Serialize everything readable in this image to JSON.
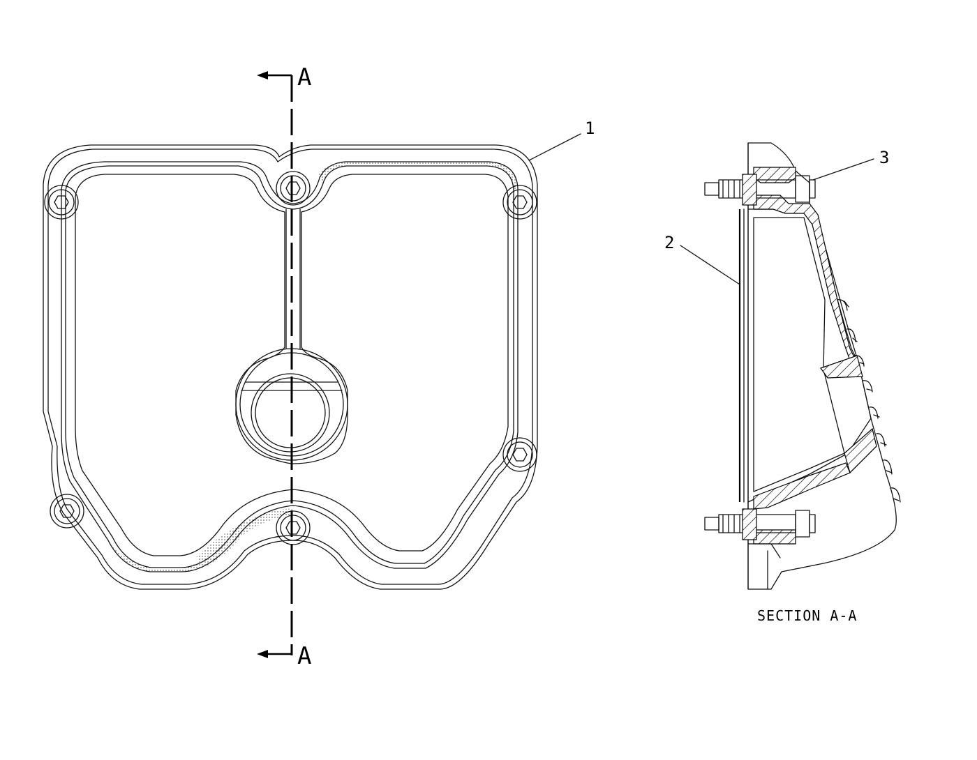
{
  "section_markers": {
    "top": "A",
    "bottom": "A"
  },
  "callouts": {
    "one": "1",
    "two": "2",
    "three": "3"
  },
  "section_title": "SECTION A-A",
  "colors": {
    "ink": "#000000",
    "background": "#ffffff"
  }
}
